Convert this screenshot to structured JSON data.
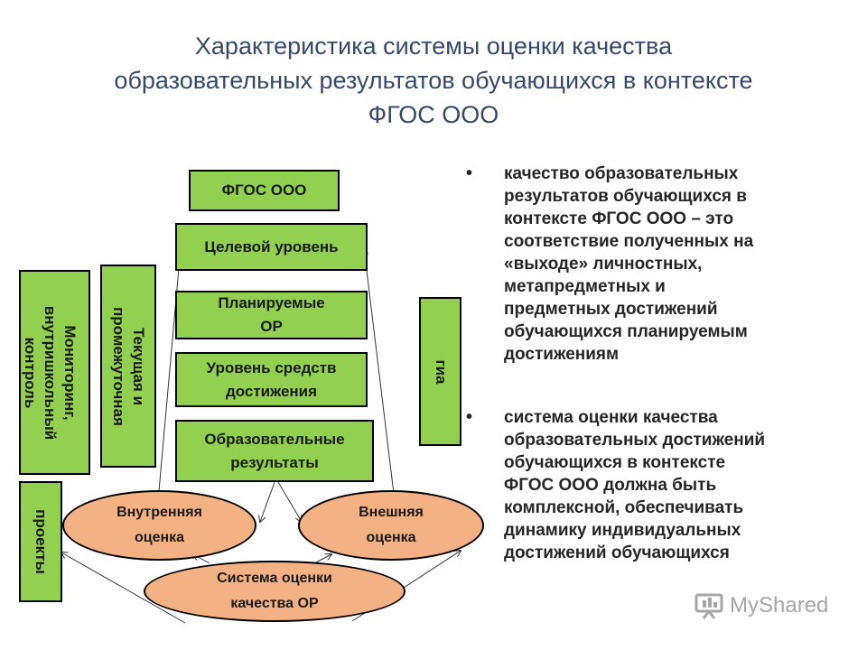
{
  "title": {
    "line1": "Характеристика системы оценки качества",
    "line2": "образовательных результатов обучающихся в контексте",
    "line3": "ФГОС ООО"
  },
  "diagram": {
    "fgos": "ФГОС ООО",
    "target_level": "Целевой уровень",
    "planned_or": {
      "line1": "Планируемые",
      "line2": "ОР"
    },
    "means_level": {
      "line1": "Уровень средств",
      "line2": "достижения"
    },
    "edu_results": {
      "line1": "Образовательные",
      "line2": "результаты"
    },
    "internal_eval": {
      "line1": "Внутренняя",
      "line2": "оценка"
    },
    "external_eval": {
      "line1": "Внешняя",
      "line2": "оценка"
    },
    "system_eval": {
      "line1": "Система оценки",
      "line2": "качества ОР"
    },
    "monitoring": {
      "line1": "Мониторинг,",
      "line2": "внутришкольный",
      "line3": "контроль"
    },
    "current": {
      "line1": "Текущая и",
      "line2": "промежуточная"
    },
    "projects": "проекты",
    "gia": "гиа"
  },
  "bullets": [
    {
      "line1": "качество образовательных",
      "line2": "результатов обучающихся в",
      "line3": "контексте ФГОС ООО – это",
      "line4": "соответствие полученных на",
      "line5": "«выходе» личностных,",
      "line6": "метапредметных и",
      "line7": "предметных достижений",
      "line8": "обучающихся планируемым",
      "line9": "достижениям"
    },
    {
      "line1": "система оценки качества",
      "line2": "образовательных достижений",
      "line3": "обучающихся в контексте",
      "line4": "ФГОС ООО должна быть",
      "line5": "комплексной, обеспечивать",
      "line6": "динамику индивидуальных",
      "line7": "достижений обучающихся"
    }
  ],
  "bullet_symbol": "•",
  "watermark": "MyShared",
  "colors": {
    "box": "#92d050",
    "oval": "#f4b183",
    "title": "#354a6a"
  }
}
